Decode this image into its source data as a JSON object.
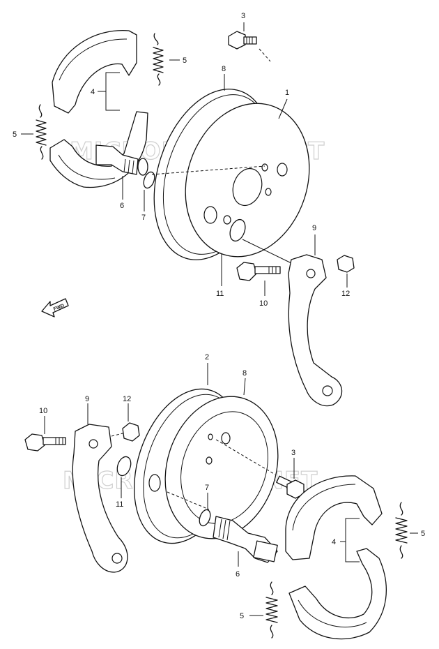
{
  "watermark": "MICROFICHES.NET",
  "fwd_label": "FWD",
  "callouts": {
    "top": {
      "c1": "1",
      "c3": "3",
      "c8": "8",
      "c4": "4",
      "c5a": "5",
      "c5b": "5",
      "c6": "6",
      "c7": "7",
      "c9": "9",
      "c10": "10",
      "c11": "11",
      "c12": "12"
    },
    "bottom": {
      "c2": "2",
      "c8": "8",
      "c9": "9",
      "c10": "10",
      "c12": "12",
      "c11": "11",
      "c3": "3",
      "c7": "7",
      "c6": "6",
      "c4": "4",
      "c5a": "5",
      "c5b": "5"
    }
  }
}
